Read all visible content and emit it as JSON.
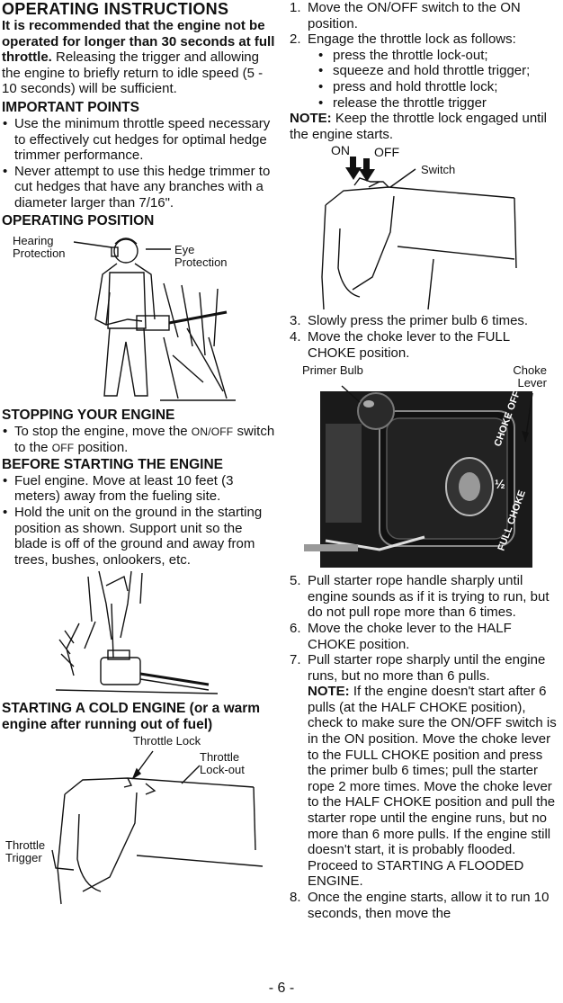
{
  "left": {
    "title": "OPERATING INSTRUCTIONS",
    "intro_bold": "It is recommended that the engine not be operated for longer than 30 seconds at full throttle.",
    "intro_rest": " Releasing the trigger and allowing the engine to briefly return to idle speed (5 - 10 seconds) will be sufficient.",
    "important_title": "IMPORTANT POINTS",
    "important_items": [
      "Use the minimum throttle speed necessary to effectively cut hedges for optimal hedge trimmer performance.",
      "Never attempt to use this hedge trimmer to cut hedges that have any branches with a diameter larger than 7/16\"."
    ],
    "position_title": "OPERATING POSITION",
    "fig1_labels": {
      "hearing": "Hearing Protection",
      "eye": "Eye Protection"
    },
    "stopping_title": "STOPPING YOUR ENGINE",
    "stopping_text_a": "To stop the engine, move the ",
    "stopping_text_sc1": "ON/OFF",
    "stopping_text_b": " switch to the ",
    "stopping_text_sc2": "OFF",
    "stopping_text_c": " position.",
    "before_title": "BEFORE STARTING THE ENGINE",
    "before_items": [
      "Fuel engine. Move at least 10 feet (3 meters) away from the fueling site.",
      "Hold the unit on the ground in the starting position as shown. Support unit so the blade is off of the ground and away from trees, bushes, onlookers, etc."
    ],
    "cold_title": "STARTING A COLD ENGINE (or a warm engine after running out of fuel)",
    "fig3_labels": {
      "throttle_lock": "Throttle Lock",
      "lockout": "Throttle Lock-out",
      "trigger": "Throttle Trigger"
    }
  },
  "right": {
    "step1": "Move the ON/OFF switch to the ON position.",
    "step2": "Engage the throttle lock as follows:",
    "step2_sub": [
      "press the throttle lock-out;",
      "squeeze and hold throttle trigger;",
      "press and hold throttle lock;",
      "release the throttle trigger"
    ],
    "note1_label": "NOTE:",
    "note1_text": " Keep the throttle lock engaged until the engine starts.",
    "fig4_labels": {
      "on": "ON",
      "off": "OFF",
      "switch": "Switch"
    },
    "step3": "Slowly press the primer bulb 6 times.",
    "step4": "Move the choke lever to the FULL CHOKE position.",
    "fig5_labels": {
      "primer": "Primer Bulb",
      "choke": "Choke Lever",
      "choke_off": "CHOKE OFF",
      "half": "½",
      "full_choke": "FULL CHOKE"
    },
    "step5": "Pull starter rope handle sharply until engine sounds as if it is trying to run, but do not pull rope more than 6 times.",
    "step6": "Move the choke lever to the HALF CHOKE position.",
    "step7": "Pull starter rope sharply until the engine runs, but no more than 6 pulls.",
    "note2_label": "NOTE:",
    "note2_text": " If the engine doesn't start after 6 pulls (at the HALF CHOKE position), check to make sure the ON/OFF switch is in the ON position. Move the choke lever to the FULL CHOKE position and press the primer bulb 6 times; pull the starter rope 2 more times. Move the choke lever to the HALF CHOKE position and pull the starter rope until the engine runs, but no more than 6 more pulls. If the engine still doesn't start, it is probably flooded. Proceed to STARTING A FLOODED ENGINE.",
    "step8": "Once the engine starts, allow it to run 10 seconds, then move the"
  },
  "footer": {
    "page": "- 6 -"
  },
  "step_numbers": [
    "1.",
    "2.",
    "3.",
    "4.",
    "5.",
    "6.",
    "7.",
    "8."
  ]
}
